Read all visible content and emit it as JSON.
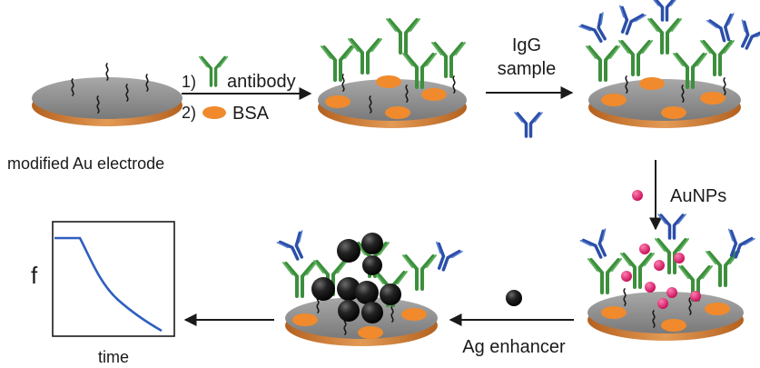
{
  "steps": {
    "electrode_label": "modified Au electrode",
    "step1_num": "1)",
    "step1_text": "antibody",
    "step2_num": "2)",
    "step2_text": "BSA",
    "sample_line1": "IgG",
    "sample_line2": "sample",
    "aunp_label": "AuNPs",
    "ag_label": "Ag enhancer"
  },
  "inset_plot": {
    "y_label": "f",
    "x_label": "time",
    "curve_shape": "flat then decaying"
  },
  "colors": {
    "electrode_top": "#8f8f8f",
    "electrode_base": "#c9762e",
    "capture_antibody": "#3c8f3c",
    "igg": "#2b4fa8",
    "bsa": "#f08a2c",
    "aunp": "#e0216a",
    "silver_particle": "#1b1b1b",
    "curve": "#2f5fbf"
  }
}
